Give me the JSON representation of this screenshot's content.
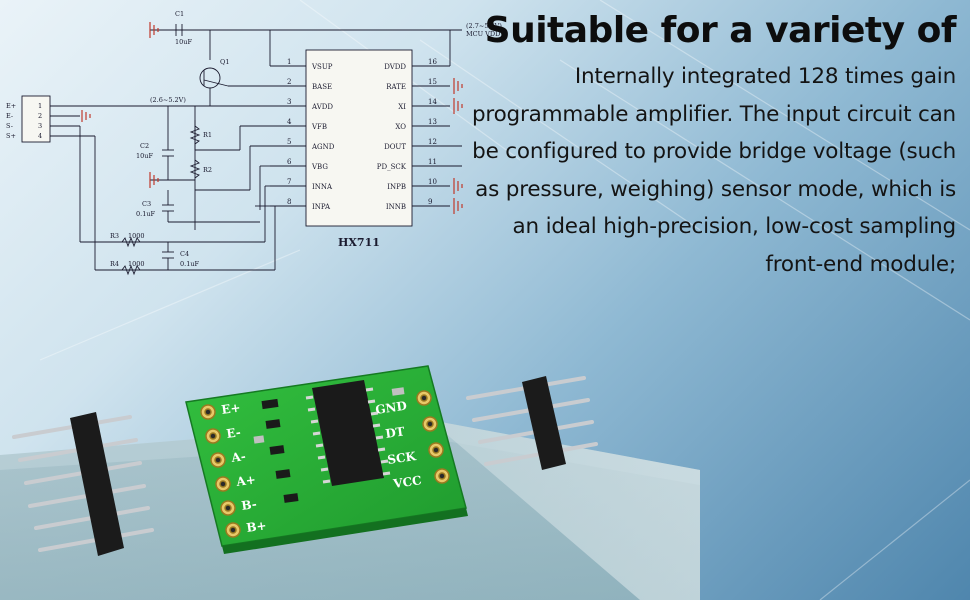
{
  "headline": "Suitable for a variety of",
  "description": "Internally integrated 128 times gain programmable amplifier. The input circuit can be configured to provide bridge voltage (such as pressure, weighing) sensor mode, which is an ideal high-precision, low-cost sampling front-end module;",
  "schematic": {
    "chip_name": "HX711",
    "left_pins": [
      {
        "num": "1",
        "name": "VSUP"
      },
      {
        "num": "2",
        "name": "BASE"
      },
      {
        "num": "3",
        "name": "AVDD"
      },
      {
        "num": "4",
        "name": "VFB"
      },
      {
        "num": "5",
        "name": "AGND"
      },
      {
        "num": "6",
        "name": "VBG"
      },
      {
        "num": "7",
        "name": "INNA"
      },
      {
        "num": "8",
        "name": "INPA"
      }
    ],
    "right_pins": [
      {
        "num": "16",
        "name": "DVDD"
      },
      {
        "num": "15",
        "name": "RATE"
      },
      {
        "num": "14",
        "name": "XI"
      },
      {
        "num": "13",
        "name": "XO"
      },
      {
        "num": "12",
        "name": "DOUT"
      },
      {
        "num": "11",
        "name": "PD_SCK"
      },
      {
        "num": "10",
        "name": "INPB"
      },
      {
        "num": "9",
        "name": "INNB"
      }
    ],
    "supply_label": "(2.7~5.5V)",
    "supply_label2": "MCU VDD",
    "avdd_label": "(2.6~5.2V)",
    "connector_labels": [
      "E+",
      "E-",
      "S-",
      "S+"
    ],
    "connector_pins": [
      "1",
      "2",
      "3",
      "4"
    ],
    "c1": "C1",
    "c1_val": "10uF",
    "q1": "Q1",
    "c2": "C2",
    "c2_val": "10uF",
    "r1": "R1",
    "r2": "R2",
    "c3": "C3",
    "c3_val": "0.1uF",
    "r3": "R3",
    "r3_val": "1000",
    "r4": "R4",
    "r4_val": "1000",
    "c4": "C4",
    "c4_val": "0.1uF"
  },
  "board": {
    "left_labels": [
      "E+",
      "E-",
      "A-",
      "A+",
      "B-",
      "B+"
    ],
    "right_labels": [
      "GND",
      "DT",
      "SCK",
      "VCC"
    ],
    "accent": "#2bb03a"
  }
}
